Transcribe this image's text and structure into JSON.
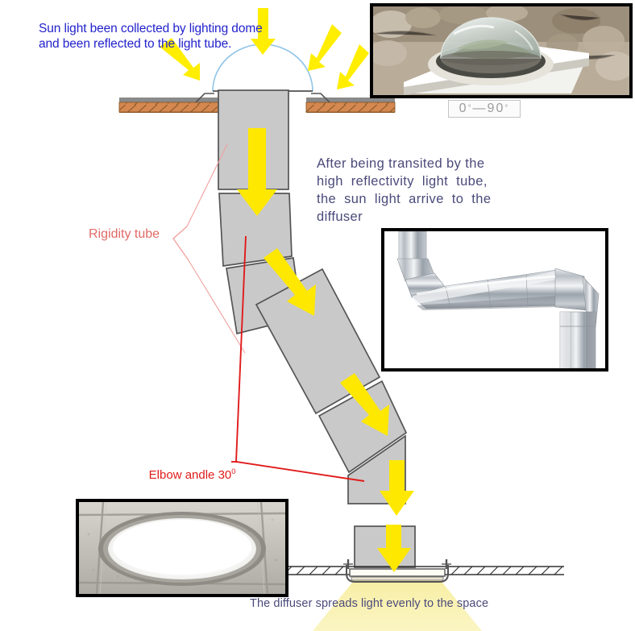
{
  "diagram": {
    "title_text": "Sun light been collected by lighting dome and been reflected to the light tube.",
    "headline_line1": "Sun light been collected by lighting dome",
    "headline_line2": "and been reflected to the light tube.",
    "body_line1": "After being transited by the",
    "body_line2": "high  reflectivity  light  tube,",
    "body_line3": "the  sun  light  arrive  to  the",
    "body_line4": "diffuser",
    "label_rigidity_tube": "Rigidity tube",
    "label_elbow_angle": "Elbow andle 30",
    "label_elbow_angle_unit": "0",
    "label_bottom": "The diffuser spreads light evenly to the space",
    "angle_range_left": "0",
    "angle_range_dash": "—",
    "angle_range_right": "90",
    "angle_unit": "°"
  },
  "photos": {
    "dome_photo": {
      "name": "roof-dome-photo",
      "caption": "Lighting dome installed on roof curb"
    },
    "elbow_photo": {
      "name": "elbow-duct-photo",
      "caption": "Metal elbow duct section"
    },
    "diffuser_photo": {
      "name": "ceiling-diffuser-photo",
      "caption": "Illuminated ceiling diffuser"
    }
  },
  "colors": {
    "sun_arrow": "#ffee00",
    "flow_arrow": "#ffe800",
    "tube_fill": "#c9c9c9",
    "tube_stroke": "#555555",
    "dome_stroke": "#8fc4e8",
    "wood_fill": "#d5884f",
    "wood_stroke": "#8a5a2b",
    "roof_gray": "#8a8a8a",
    "annotation_red": "#e01b1b",
    "annotation_red_soft": "#f0a09c",
    "headline_blue": "#2222cc",
    "body_violet": "#4a4a7a",
    "light_cone": "#faf0a8",
    "ceiling_line": "#333333"
  },
  "tube_segments": [
    {
      "id": "seg-1-top",
      "label": "upper vertical tube",
      "angle_deg": 0
    },
    {
      "id": "seg-2",
      "label": "second vertical tube",
      "angle_deg": 0
    },
    {
      "id": "seg-3",
      "label": "first inclined tube",
      "angle_deg": 30
    },
    {
      "id": "seg-4",
      "label": "second inclined tube",
      "angle_deg": 30
    },
    {
      "id": "seg-5",
      "label": "third inclined tube",
      "angle_deg": 30
    },
    {
      "id": "seg-6",
      "label": "lower transition tube",
      "angle_deg": 0
    },
    {
      "id": "seg-7-bottom",
      "label": "diffuser neck tube",
      "angle_deg": 0
    }
  ],
  "sun_arrows": [
    {
      "id": "sun-arrow-1",
      "direction": "down-right"
    },
    {
      "id": "sun-arrow-2",
      "direction": "down"
    },
    {
      "id": "sun-arrow-3",
      "direction": "down-left"
    },
    {
      "id": "sun-arrow-4",
      "direction": "down-left"
    },
    {
      "id": "sun-arrow-5",
      "direction": "down-right"
    }
  ],
  "flow_arrows": [
    {
      "id": "flow-arrow-1",
      "direction": "down"
    },
    {
      "id": "flow-arrow-2",
      "direction": "down-right"
    },
    {
      "id": "flow-arrow-3",
      "direction": "down-right"
    },
    {
      "id": "flow-arrow-4",
      "direction": "down"
    },
    {
      "id": "flow-arrow-5",
      "direction": "down"
    }
  ]
}
